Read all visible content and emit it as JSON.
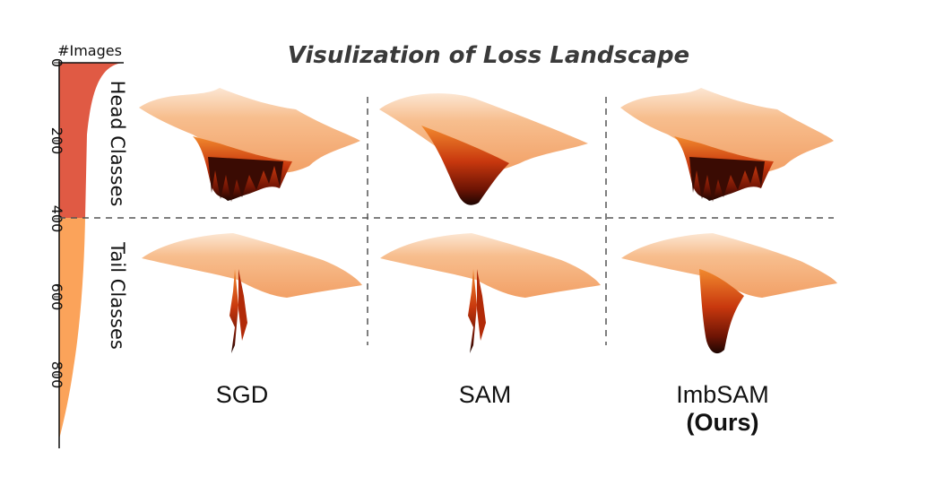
{
  "title": "Visulization of Loss Landscape",
  "histogram": {
    "axis_label": "#Images",
    "ticks": [
      "0",
      "200",
      "400",
      "600",
      "800"
    ],
    "head_color": "#E05A44",
    "tail_color": "#FBA35A"
  },
  "rows": {
    "head": "Head Classes",
    "tail": "Tail Classes"
  },
  "methods": [
    {
      "name": "SGD",
      "sub": ""
    },
    {
      "name": "SAM",
      "sub": ""
    },
    {
      "name": "ImbSAM",
      "sub": "(Ours)"
    }
  ],
  "colors": {
    "surface_light": "#FCE3CC",
    "surface_mid": "#F08B35",
    "surface_dark": "#2A0A02"
  }
}
